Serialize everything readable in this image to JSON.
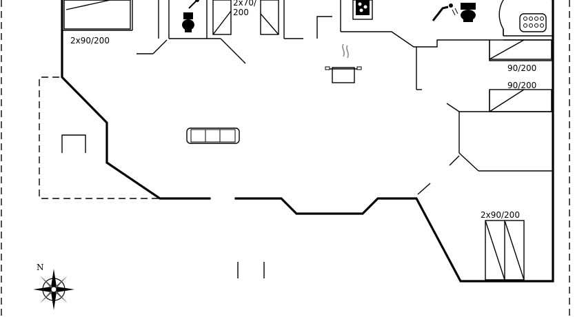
{
  "plan": {
    "bed_labels": {
      "bed_top_left": "2x90/200",
      "bed_top_mid_line1": "2x70/",
      "bed_top_mid_line2": "200",
      "bed_right_upper": "90/200",
      "bed_right_lower": "90/200",
      "bed_bottom_right": "2x90/200"
    },
    "compass_label": "N",
    "icons": [
      "toilet-icon",
      "shower-icon",
      "sauna-stove-icon",
      "kitchen-pot-icon",
      "sofa-icon",
      "whirlpool-icon",
      "compass-icon"
    ]
  }
}
